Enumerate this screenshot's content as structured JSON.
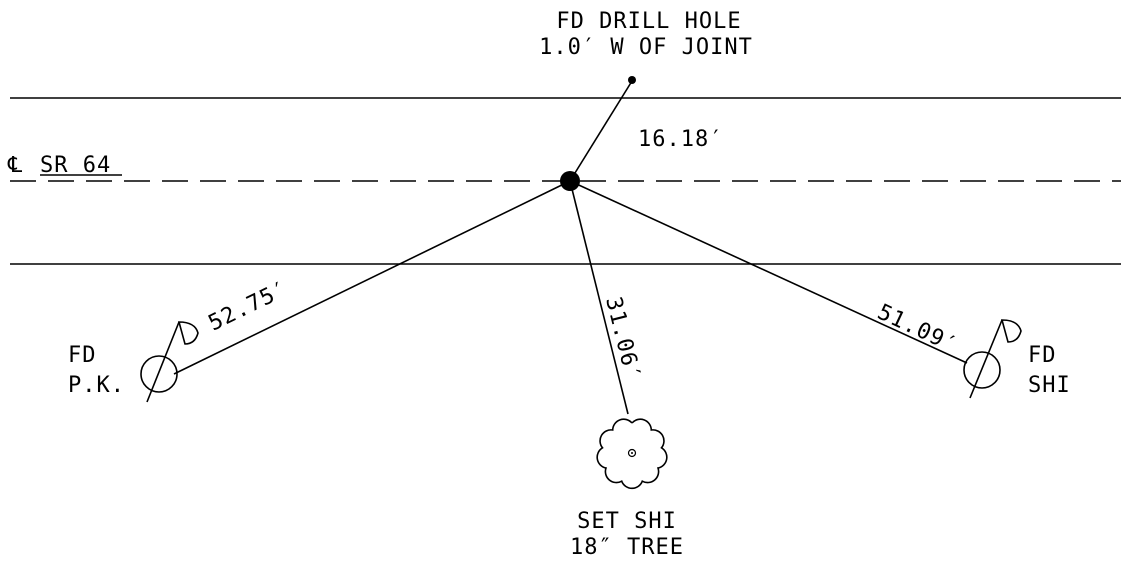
{
  "colors": {
    "ink": "#000000",
    "background": "#ffffff"
  },
  "centerline": {
    "symbol": "℄",
    "label": "SR 64"
  },
  "drill_hole": {
    "line1": "FD DRILL HOLE",
    "line2": "1.0′ W OF JOINT",
    "distance": "16.18′"
  },
  "pk_nail": {
    "line1": "FD",
    "line2": "P.K.",
    "distance": "52.75′"
  },
  "tree": {
    "line1": "SET SHI",
    "line2": "18″ TREE",
    "distance": "31.06′"
  },
  "shi_right": {
    "line1": "FD",
    "line2": "SHI",
    "distance": "51.09′"
  }
}
